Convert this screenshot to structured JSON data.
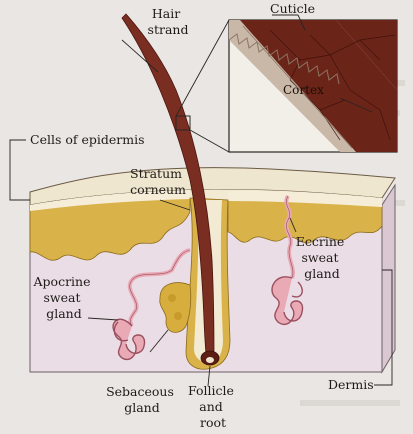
{
  "labels": {
    "hair_strand": [
      "Hair",
      "strand"
    ],
    "cuticle": "Cuticle",
    "cortex": "Cortex",
    "cells_of_epidermis": "Cells of epidermis",
    "stratum_corneum": [
      "Stratum",
      "corneum"
    ],
    "eccrine_sweat_gland": [
      "Eccrine",
      "sweat",
      "gland"
    ],
    "apocrine_sweat_gland": [
      "Apocrine",
      "sweat",
      "gland"
    ],
    "sebaceous_gland": [
      "Sebaceous",
      "gland"
    ],
    "follicle_and_root": [
      "Follicle",
      "and",
      "root"
    ],
    "dermis": "Dermis"
  },
  "colors": {
    "page_background": "#e9e6e3",
    "hair": "#7a2e22",
    "hair_dark": "#4a140f",
    "epidermis_surface": "#efe6cf",
    "stratum_layer": "#d9b24a",
    "dermis": "#eadde6",
    "gland": "#e9a9b5",
    "sebaceous": "#d7ae3e",
    "lead_lines": "#2a2522"
  }
}
